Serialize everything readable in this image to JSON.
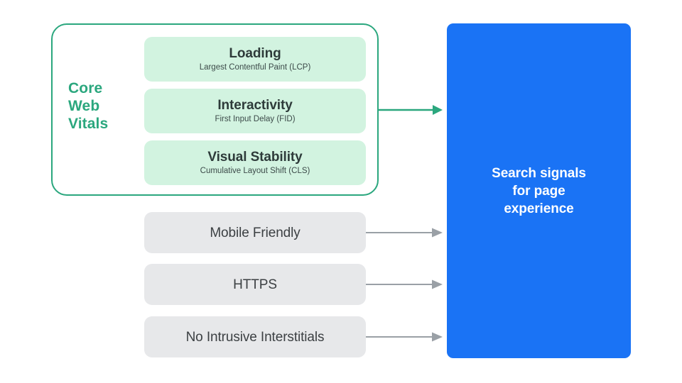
{
  "diagram": {
    "core_web_vitals": {
      "label_lines": [
        "Core",
        "Web",
        "Vitals"
      ],
      "label_color": "#2BA77E",
      "border_color": "#2BA77E",
      "card_background": "#D2F3E0",
      "metrics": [
        {
          "title": "Loading",
          "subtitle": "Largest Contentful Paint (LCP)"
        },
        {
          "title": "Interactivity",
          "subtitle": "First Input Delay (FID)"
        },
        {
          "title": "Visual Stability",
          "subtitle": "Cumulative Layout Shift (CLS)"
        }
      ]
    },
    "other_signals": {
      "background": "#E7E8EA",
      "text_color": "#3C4043",
      "items": [
        {
          "label": "Mobile Friendly"
        },
        {
          "label": "HTTPS"
        },
        {
          "label": "No Intrusive Interstitials"
        }
      ]
    },
    "outcome": {
      "text": "Search signals\nfor page\nexperience",
      "background": "#1A73F5",
      "text_color": "#FFFFFF"
    },
    "connectors": {
      "green_arrow_color": "#2BA77E",
      "gray_arrow_color": "#9AA0A6",
      "green_arrow_name": "core-web-vitals-to-search-signals",
      "gray_arrow_names": [
        "mobile-friendly-to-search-signals",
        "https-to-search-signals",
        "no-intrusive-interstitials-to-search-signals"
      ]
    }
  }
}
